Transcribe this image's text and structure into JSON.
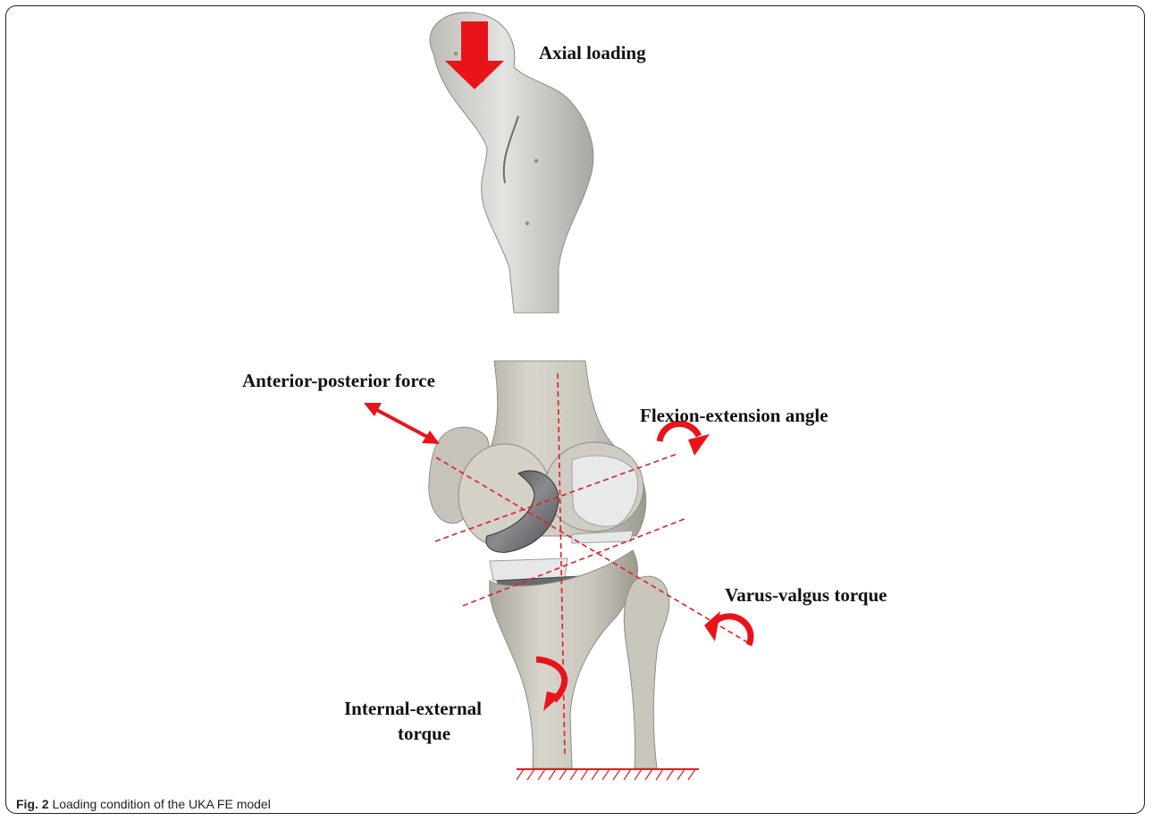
{
  "labels": {
    "axial_loading": "Axial loading",
    "anterior_posterior": "Anterior-posterior force",
    "flexion_extension": "Flexion-extension angle",
    "varus_valgus": "Varus-valgus torque",
    "internal_external_line1": "Internal-external",
    "internal_external_line2": "torque"
  },
  "caption": {
    "number": "Fig. 2",
    "text": "Loading condition of the UKA FE model"
  },
  "colors": {
    "arrow_red": "#e8141a",
    "bone": "#cfccc4",
    "bone_shadow": "#9d9a92",
    "implant_dark": "#5f6063",
    "implant_light": "#e6e7e8",
    "dashed_line": "#e01e24"
  },
  "icons": {
    "axial_arrow": "down-arrow-icon",
    "ap_arrow": "double-headed-arrow-icon",
    "rotation_arrows": "curved-arrow-icon",
    "fixed_support": "ground-hatch-icon"
  }
}
